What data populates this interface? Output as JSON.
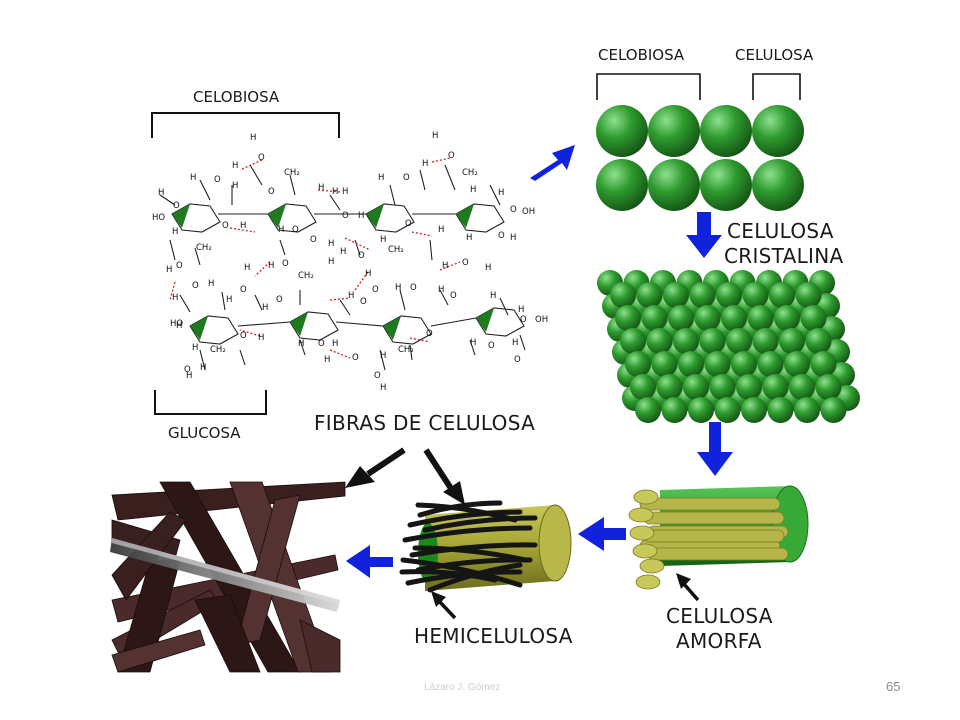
{
  "labels": {
    "celobiosa_left": "CELOBIOSA",
    "glucosa": "GLUCOSA",
    "celobiosa_top": "CELOBIOSA",
    "celulosa_top": "CELULOSA",
    "celulosa_cristalina_1": "CELULOSA",
    "celulosa_cristalina_2": "CRISTALINA",
    "fibras": "FIBRAS DE CELULOSA",
    "hemicelulosa": "HEMICELULOSA",
    "amorfa_1": "CELULOSA",
    "amorfa_2": "AMORFA"
  },
  "footer": {
    "slide_number": "65",
    "faded_text": "Lázaro J. Gómez"
  },
  "colors": {
    "arrow_blue": "#1122dd",
    "sphere_green": "#2e9b2e",
    "ring_green": "#1e6e1e",
    "olive": "#a3a336",
    "fiber_dark": "#3a1f1f"
  }
}
